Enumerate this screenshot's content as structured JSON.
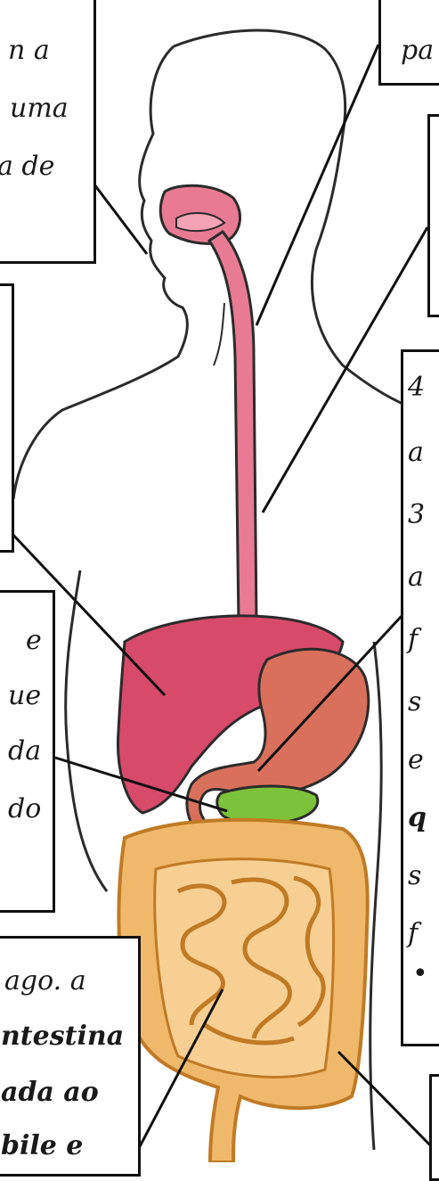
{
  "diagram": {
    "colors": {
      "esophagus": "#e87b93",
      "liver": "#d84a6a",
      "stomach": "#d9705c",
      "pancreas": "#7cc23a",
      "intestine": "#f0b86a",
      "intestine_outline": "#c07a25",
      "outline": "#2b2b2b",
      "box_border": "#111111"
    },
    "fragments": {
      "top_left": [
        "n    a",
        "uma",
        "a   de"
      ],
      "top_right": [
        "pa"
      ],
      "right_column": [
        "4",
        "a",
        "3",
        "a",
        "f",
        "s",
        "e",
        "q",
        "s",
        "f",
        "•"
      ],
      "mid_left": [
        "e",
        "ue",
        "da",
        "do"
      ],
      "bottom_left": [
        "ago.   a",
        "ntestina",
        "ada   ao",
        "bile   e"
      ]
    }
  }
}
